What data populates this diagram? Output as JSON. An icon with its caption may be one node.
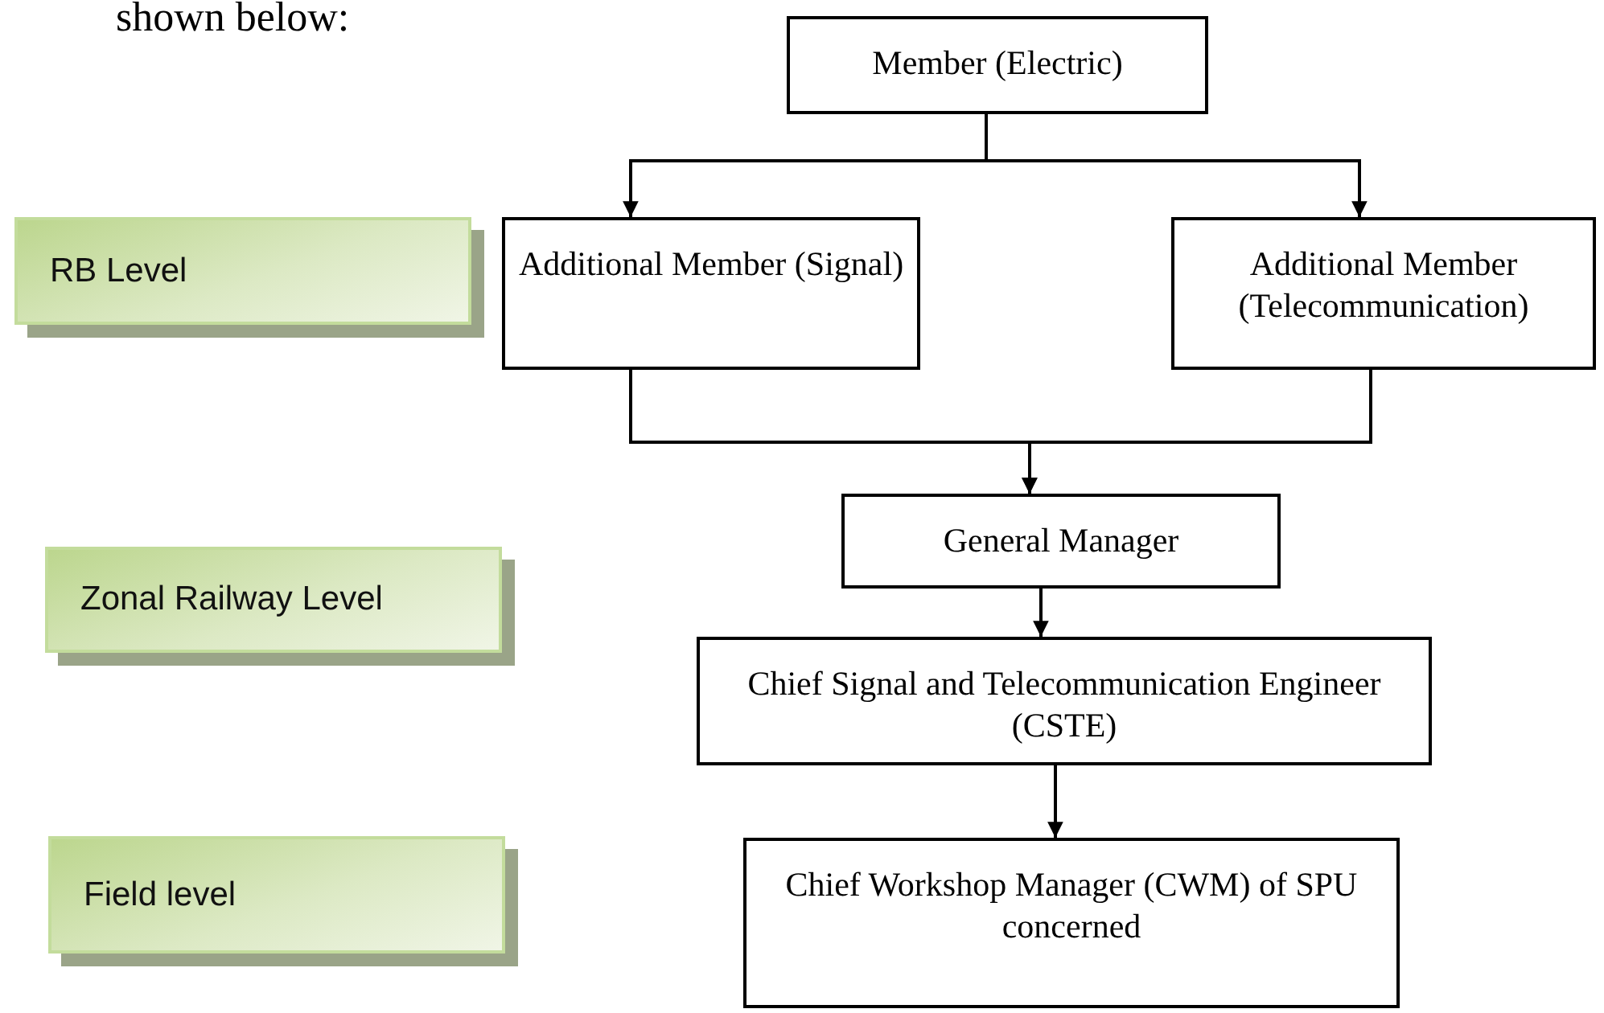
{
  "diagram": {
    "nodes": [
      {
        "text": [
          "Member (Electric)"
        ]
      },
      {
        "text": [
          "RB Level"
        ]
      },
      {
        "text": [
          "Additional Member (Signal)"
        ]
      },
      {
        "text": [
          "Additional Member (Telecommunication)"
        ]
      },
      {
        "text": [
          "General Manager"
        ]
      },
      {
        "text": [
          "Zonal Railway Level"
        ]
      },
      {
        "text": [
          "Chief Signal and Telecommunication Engineer (CSTE)"
        ]
      },
      {
        "text": [
          "Field level"
        ]
      },
      {
        "text": [
          "Chief Workshop Manager (CWM) of SPU concerned"
        ]
      }
    ],
    "edges": [
      {
        "from": 0,
        "to": 2,
        "arrow": "to"
      },
      {
        "from": 0,
        "to": 3,
        "arrow": "to"
      },
      {
        "from": 2,
        "to": 4,
        "arrow": "to"
      },
      {
        "from": 3,
        "to": 4,
        "arrow": "to"
      },
      {
        "from": 4,
        "to": 6,
        "arrow": "to"
      },
      {
        "from": 6,
        "to": 8,
        "arrow": "to"
      }
    ],
    "labels": [
      "shown below:"
    ]
  }
}
